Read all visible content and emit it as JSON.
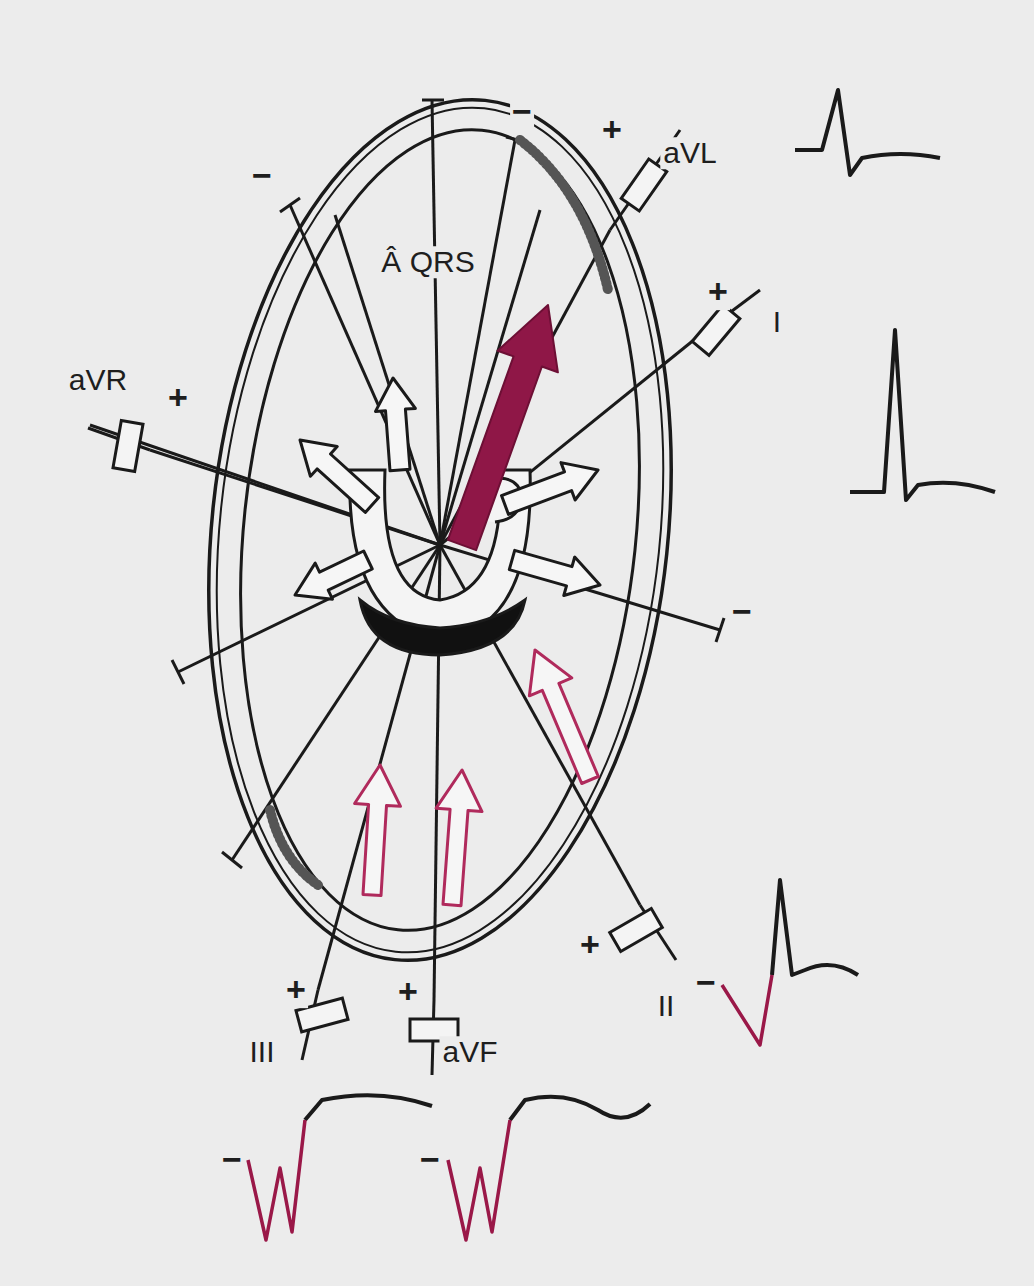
{
  "diagram": {
    "labels": [
      "aVL",
      "+",
      "I",
      "+",
      "aVR",
      "+",
      "Â QRS",
      "II",
      "+",
      "−",
      "III",
      "+",
      "aVF",
      "+",
      "−",
      "−",
      "−",
      "−",
      "−"
    ]
  }
}
